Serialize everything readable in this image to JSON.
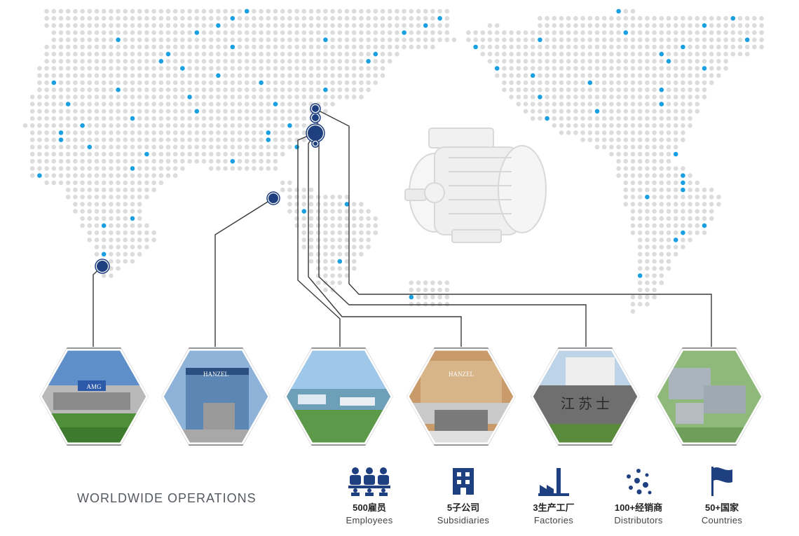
{
  "section_title": "WORLDWIDE OPERATIONS",
  "colors": {
    "map_dot": "#dcdcdc",
    "highlight_dot": "#1a9fe0",
    "location_marker": "#1e3f80",
    "line": "#3a3a3a",
    "icon_blue": "#1e3f80"
  },
  "photos": [
    {
      "name": "amg-building-photo",
      "sign": "AMG"
    },
    {
      "name": "hanzel-office-photo",
      "sign": "HANZEL"
    },
    {
      "name": "industrial-park-photo",
      "sign": ""
    },
    {
      "name": "reception-hall-photo",
      "sign": "HANZEL"
    },
    {
      "name": "factory-wall-photo",
      "sign": "江 苏 士"
    },
    {
      "name": "factory-aerial-photo",
      "sign": ""
    }
  ],
  "stats": [
    {
      "icon": "employees-icon",
      "number": "500雇员",
      "label": "Employees"
    },
    {
      "icon": "building-icon",
      "number": "5子公司",
      "label": "Subsidiaries"
    },
    {
      "icon": "factory-icon",
      "number": "3生产工厂",
      "label": "Factories"
    },
    {
      "icon": "network-dots-icon",
      "number": "100+经销商",
      "label": "Distributors"
    },
    {
      "icon": "flag-icon",
      "number": "50+国家",
      "label": "Countries"
    }
  ]
}
